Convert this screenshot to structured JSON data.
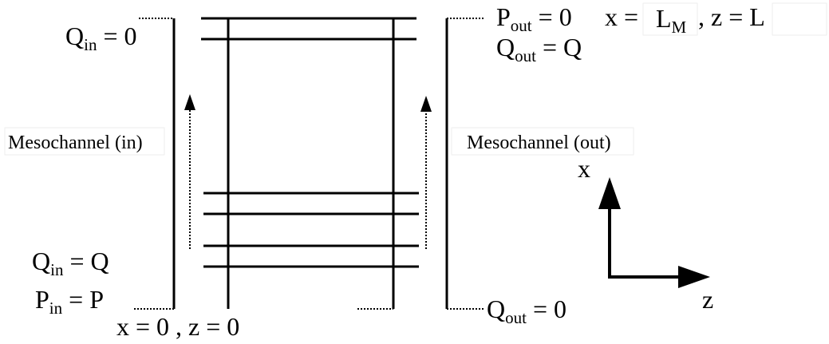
{
  "labels": {
    "p_out_top": {
      "base": "P",
      "sub": "out",
      "rest": " = 0"
    },
    "x_eq_top": "x = ",
    "l_m": {
      "base": "L",
      "sub": "M"
    },
    "z_eq_top": " , z = L",
    "q_in_top": {
      "base": "Q",
      "sub": "in",
      "rest": " = 0"
    },
    "q_out_top": {
      "base": "Q",
      "sub": "out",
      "rest": " = Q"
    },
    "meso_in": "Mesochannel (in)",
    "meso_out": "Mesochannel (out)",
    "axis_x": "x",
    "axis_z": "z",
    "q_in_bottom": {
      "base": "Q",
      "sub": "in",
      "rest": " = Q"
    },
    "p_in_bottom": {
      "base": "P",
      "sub": "in",
      "rest": " = P"
    },
    "origin": "x = 0 , z = 0",
    "q_out_bottom": {
      "base": "Q",
      "sub": "out",
      "rest": " = 0"
    }
  }
}
